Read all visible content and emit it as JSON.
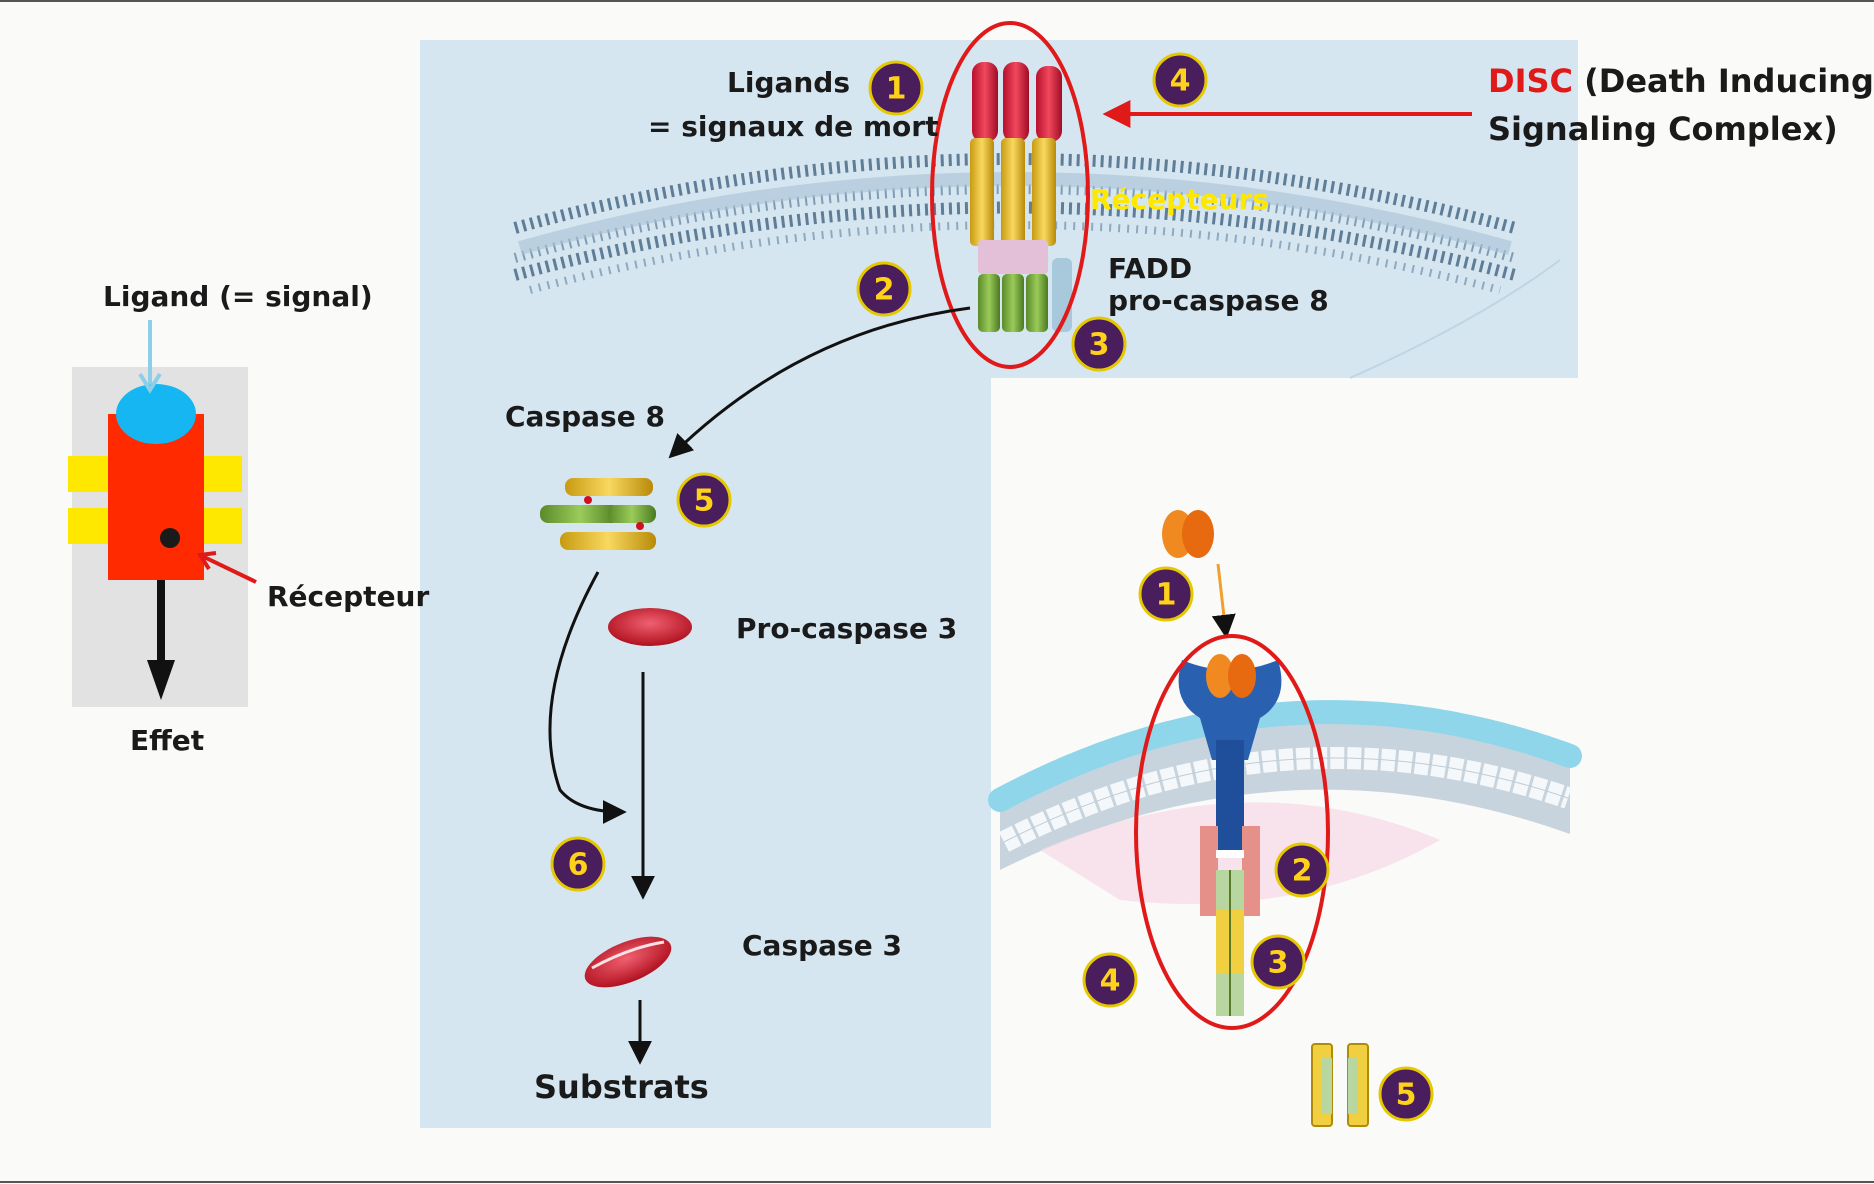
{
  "labels": {
    "ligands": "Ligands",
    "signaux": "= signaux de mort",
    "recepteurs": "Récepteurs",
    "fadd": "FADD",
    "pro_caspase8": "pro-caspase 8",
    "disc_acronym": "DISC",
    "disc_rest": " (Death Inducing",
    "disc_line2": "Signaling Complex)",
    "caspase8": "Caspase 8",
    "pro_caspase3": "Pro-caspase 3",
    "caspase3": "Caspase 3",
    "substrats": "Substrats",
    "ligand_signal": "Ligand (= signal)",
    "recepteur": "Récepteur",
    "effet": "Effet"
  },
  "badges": {
    "top": [
      "1",
      "2",
      "3",
      "4",
      "5",
      "6"
    ],
    "bottom_right": [
      "1",
      "2",
      "3",
      "4",
      "5"
    ]
  },
  "colors": {
    "panel_bg": "#d5e6f1",
    "badge_fill": "#4a1d5c",
    "badge_text": "#ffd21a",
    "disc_red": "#e01919",
    "receptor_yellow": "#ffe800",
    "receptor_red": "#ff2a00",
    "ligand_blue": "#15b6f2"
  }
}
